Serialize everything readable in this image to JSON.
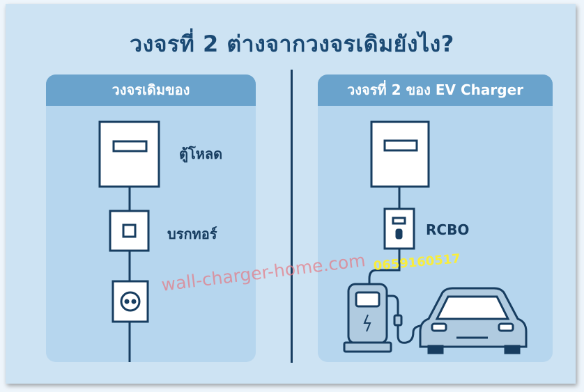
{
  "title": "วงจรที่ 2 ต่างจากวงจรเดิมยังไง?",
  "left_panel": {
    "header": "วงจรเดิมของ",
    "labels": {
      "load_center": "ตู้โหลด",
      "breaker": "บรกทอร์"
    }
  },
  "right_panel": {
    "header": "วงจรที่ 2 ของ EV Charger",
    "labels": {
      "rcbo": "RCBO"
    }
  },
  "watermarks": {
    "site": "wall-charger-home.com",
    "phone": "0659160517"
  },
  "colors": {
    "navy": "#173d60",
    "header": "#6aa3cc",
    "panel": "#b6d6ee",
    "background": "#cde3f3"
  }
}
